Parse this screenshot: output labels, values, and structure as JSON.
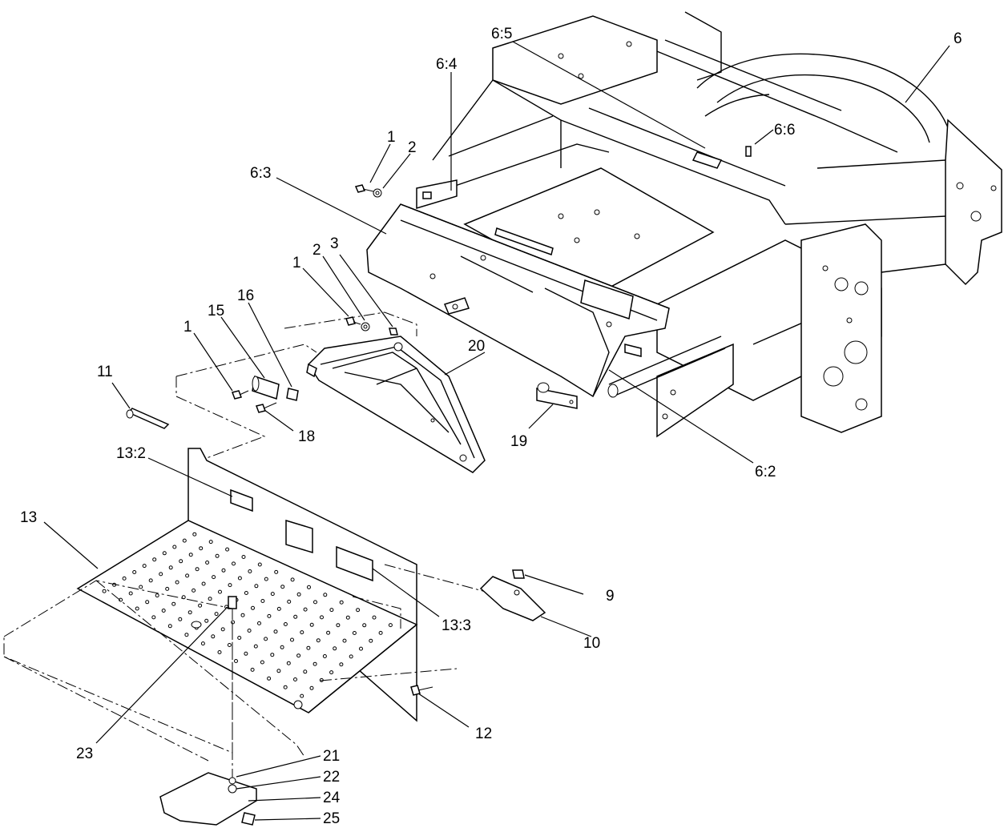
{
  "callouts": [
    {
      "id": "c-6",
      "label": "6"
    },
    {
      "id": "c-6-5",
      "label": "6:5"
    },
    {
      "id": "c-6-4",
      "label": "6:4"
    },
    {
      "id": "c-6-6",
      "label": "6:6"
    },
    {
      "id": "c-6-3",
      "label": "6:3"
    },
    {
      "id": "c-6-2",
      "label": "6:2"
    },
    {
      "id": "c-1a",
      "label": "1"
    },
    {
      "id": "c-2a",
      "label": "2"
    },
    {
      "id": "c-1b",
      "label": "1"
    },
    {
      "id": "c-2b",
      "label": "2"
    },
    {
      "id": "c-3",
      "label": "3"
    },
    {
      "id": "c-1c",
      "label": "1"
    },
    {
      "id": "c-15",
      "label": "15"
    },
    {
      "id": "c-16",
      "label": "16"
    },
    {
      "id": "c-11",
      "label": "11"
    },
    {
      "id": "c-18",
      "label": "18"
    },
    {
      "id": "c-20",
      "label": "20"
    },
    {
      "id": "c-19",
      "label": "19"
    },
    {
      "id": "c-13-2",
      "label": "13:2"
    },
    {
      "id": "c-13",
      "label": "13"
    },
    {
      "id": "c-13-3",
      "label": "13:3"
    },
    {
      "id": "c-9",
      "label": "9"
    },
    {
      "id": "c-10",
      "label": "10"
    },
    {
      "id": "c-12",
      "label": "12"
    },
    {
      "id": "c-23",
      "label": "23"
    },
    {
      "id": "c-21",
      "label": "21"
    },
    {
      "id": "c-22",
      "label": "22"
    },
    {
      "id": "c-24",
      "label": "24"
    },
    {
      "id": "c-25",
      "label": "25"
    }
  ]
}
